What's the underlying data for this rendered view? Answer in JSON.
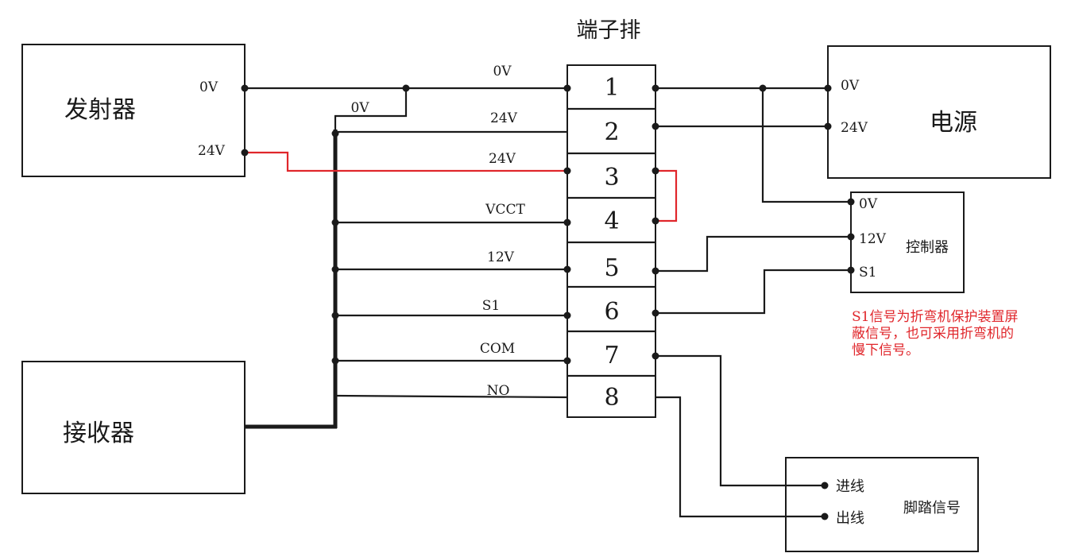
{
  "title": "端子排",
  "devices": {
    "transmitter": {
      "name": "发射器",
      "pin_0v": "0V",
      "pin_24v": "24V"
    },
    "receiver": {
      "name": "接收器"
    },
    "power": {
      "name": "电源",
      "pin_0v": "0V",
      "pin_24v": "24V"
    },
    "controller": {
      "name": "控制器",
      "pin_0v": "0V",
      "pin_12v": "12V",
      "pin_s1": "S1"
    },
    "footswitch": {
      "name": "脚踏信号",
      "pin_in": "进线",
      "pin_out": "出线"
    }
  },
  "terminals": [
    "1",
    "2",
    "3",
    "4",
    "5",
    "6",
    "7",
    "8"
  ],
  "wire_labels": {
    "t1": "0V",
    "tx_bus": "0V",
    "t2": "24V",
    "t3": "24V",
    "t4": "VCCT",
    "t5": "12V",
    "t6": "S1",
    "t7": "COM",
    "t8": "NO"
  },
  "note": [
    "S1信号为折弯机保护装置屏",
    "蔽信号，也可采用折弯机的",
    "慢下信号。"
  ],
  "colors": {
    "wire": "#1a1a1a",
    "jumper": "#e0262b",
    "note": "#e0262b"
  }
}
